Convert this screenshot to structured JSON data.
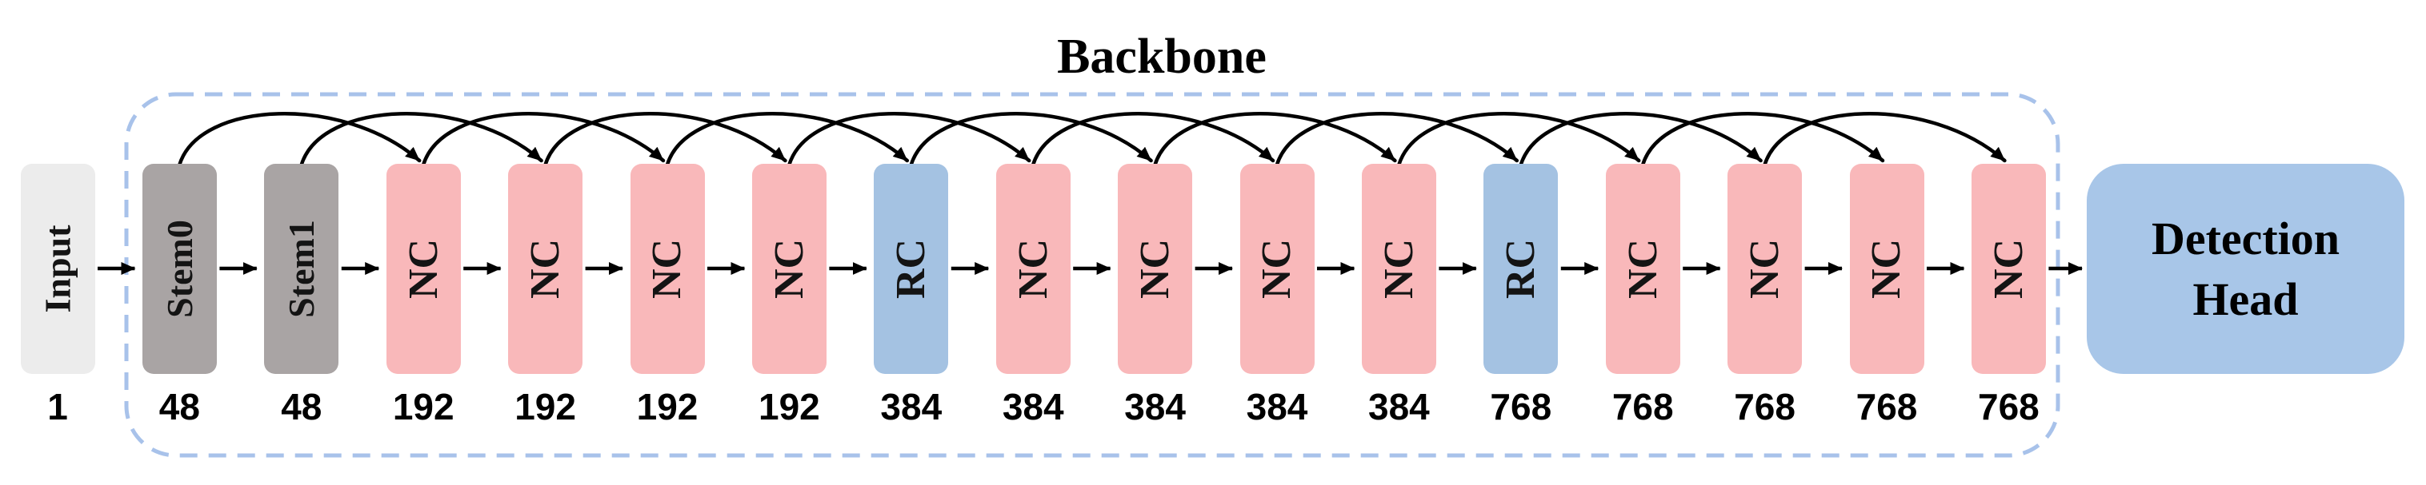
{
  "title": "Backbone",
  "detection_head": {
    "line1": "Detection",
    "line2": "Head"
  },
  "diagram": {
    "columns": [
      {
        "label": "Input",
        "type": "input",
        "channels": "1"
      },
      {
        "label": "Stem0",
        "type": "stem",
        "channels": "48"
      },
      {
        "label": "Stem1",
        "type": "stem",
        "channels": "48"
      },
      {
        "label": "NC",
        "type": "nc",
        "channels": "192"
      },
      {
        "label": "NC",
        "type": "nc",
        "channels": "192"
      },
      {
        "label": "NC",
        "type": "nc",
        "channels": "192"
      },
      {
        "label": "NC",
        "type": "nc",
        "channels": "192"
      },
      {
        "label": "RC",
        "type": "rc",
        "channels": "384"
      },
      {
        "label": "NC",
        "type": "nc",
        "channels": "384"
      },
      {
        "label": "NC",
        "type": "nc",
        "channels": "384"
      },
      {
        "label": "NC",
        "type": "nc",
        "channels": "384"
      },
      {
        "label": "NC",
        "type": "nc",
        "channels": "384"
      },
      {
        "label": "RC",
        "type": "rc",
        "channels": "768"
      },
      {
        "label": "NC",
        "type": "nc",
        "channels": "768"
      },
      {
        "label": "NC",
        "type": "nc",
        "channels": "768"
      },
      {
        "label": "NC",
        "type": "nc",
        "channels": "768"
      },
      {
        "label": "NC",
        "type": "nc",
        "channels": "768"
      }
    ],
    "skip_connections": [
      {
        "from": 1,
        "to": 3
      },
      {
        "from": 2,
        "to": 4
      },
      {
        "from": 3,
        "to": 5
      },
      {
        "from": 4,
        "to": 6
      },
      {
        "from": 5,
        "to": 7
      },
      {
        "from": 6,
        "to": 8
      },
      {
        "from": 7,
        "to": 9
      },
      {
        "from": 8,
        "to": 10
      },
      {
        "from": 9,
        "to": 11
      },
      {
        "from": 10,
        "to": 12
      },
      {
        "from": 11,
        "to": 13
      },
      {
        "from": 12,
        "to": 14
      },
      {
        "from": 13,
        "to": 15
      },
      {
        "from": 14,
        "to": 16
      }
    ]
  },
  "colors": {
    "input": "#ececec",
    "stem": "#a9a4a4",
    "nc": "#f9b8ba",
    "rc": "#a4c2e2",
    "head": "#a8c6e8",
    "backbone_border": "#a8c2ea",
    "connector": "#000000"
  }
}
